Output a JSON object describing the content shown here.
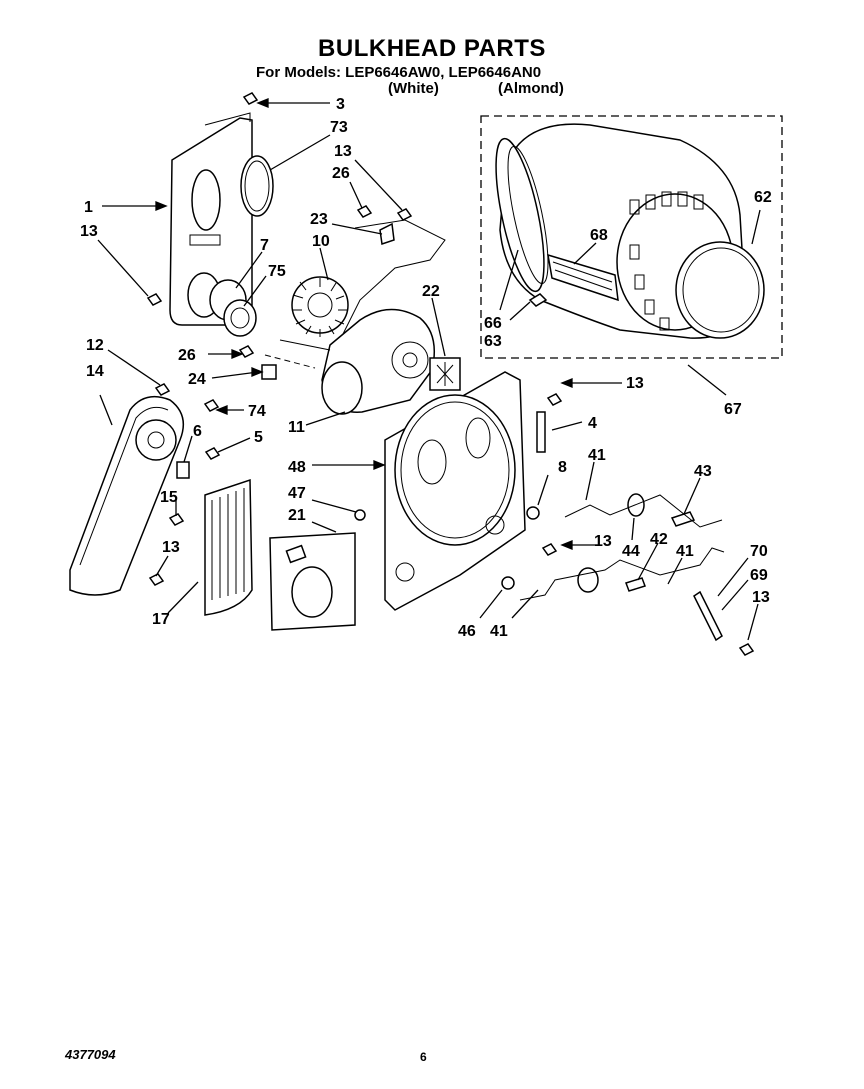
{
  "header": {
    "title": "BULKHEAD PARTS",
    "models_line": "For Models: LEP6646AW0, LEP6646AN0",
    "color_white": "(White)",
    "color_almond": "(Almond)"
  },
  "footer": {
    "doc_number": "4377094",
    "page_number": "6"
  },
  "callouts": [
    "3",
    "73",
    "13",
    "26",
    "1",
    "13",
    "23",
    "10",
    "7",
    "75",
    "22",
    "12",
    "26",
    "24",
    "14",
    "74",
    "11",
    "6",
    "5",
    "48",
    "13",
    "4",
    "15",
    "8",
    "41",
    "43",
    "47",
    "21",
    "13",
    "44",
    "42",
    "41",
    "70",
    "69",
    "13",
    "17",
    "46",
    "41",
    "62",
    "68",
    "66",
    "63",
    "67",
    "13"
  ]
}
